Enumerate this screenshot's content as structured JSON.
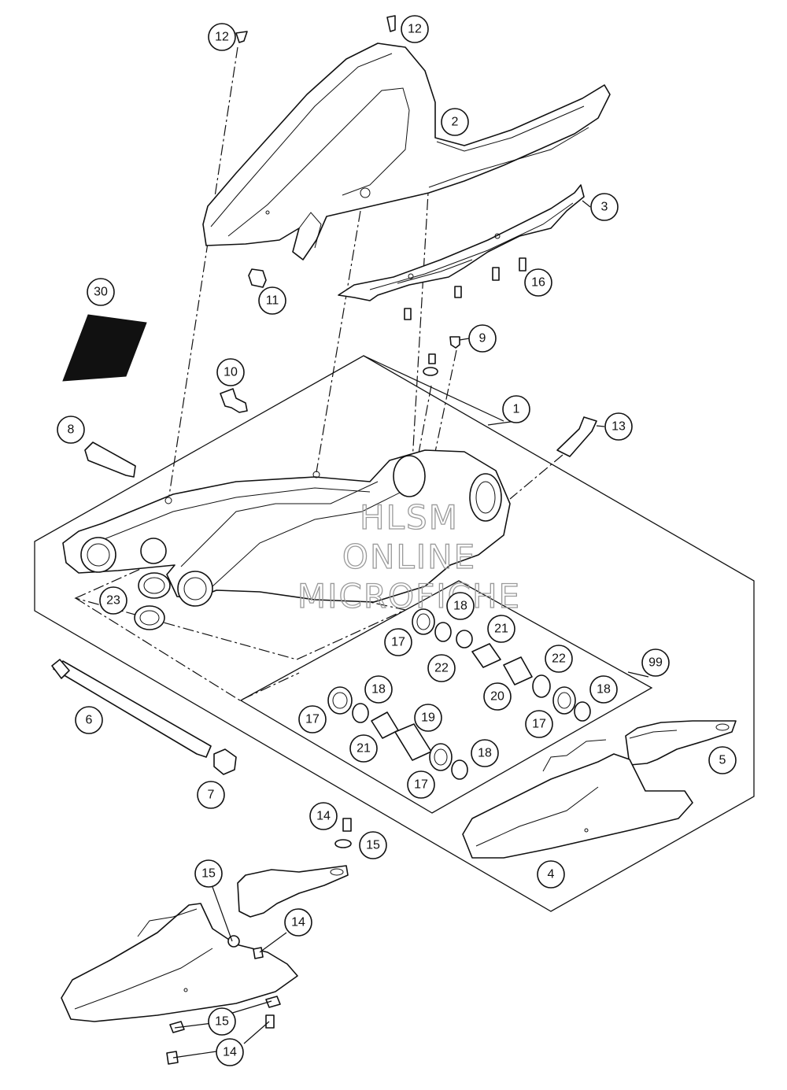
{
  "watermark": {
    "line1": "HLSM",
    "line2": "ONLINE",
    "line3": "MICROFICHE"
  },
  "callouts": {
    "c12a": "12",
    "c12b": "12",
    "c2": "2",
    "c3": "3",
    "c16": "16",
    "c11": "11",
    "c30": "30",
    "c10": "10",
    "c9": "9",
    "c1": "1",
    "c8": "8",
    "c13": "13",
    "c23": "23",
    "c18a": "18",
    "c17a": "17",
    "c21a": "21",
    "c22a": "22",
    "c99": "99",
    "c22b": "22",
    "c20": "20",
    "c18b": "18",
    "c17b": "17",
    "c18c": "18",
    "c17c": "17",
    "c19": "19",
    "c21b": "21",
    "c18d": "18",
    "c17d": "17",
    "c6": "6",
    "c7": "7",
    "c5": "5",
    "c14a": "14",
    "c15a": "15",
    "c4": "4",
    "c15b": "15",
    "c14b": "14",
    "c15c": "15",
    "c14c": "14"
  },
  "colors": {
    "line": "#111111",
    "label_30": "#111111",
    "watermark": "#9a9a9a"
  }
}
